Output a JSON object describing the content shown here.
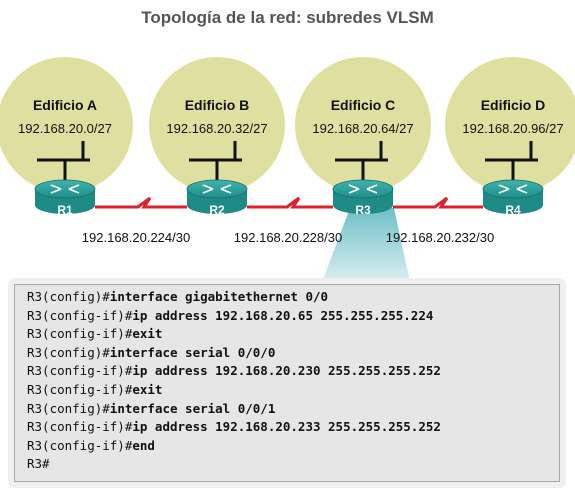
{
  "title": "Topología de la red: subredes VLSM",
  "buildings": [
    {
      "name": "Edificio A",
      "subnet": "192.168.20.0/27"
    },
    {
      "name": "Edificio B",
      "subnet": "192.168.20.32/27"
    },
    {
      "name": "Edificio C",
      "subnet": "192.168.20.64/27"
    },
    {
      "name": "Edificio D",
      "subnet": "192.168.20.96/27"
    }
  ],
  "routers": [
    "R1",
    "R2",
    "R3",
    "R4"
  ],
  "links": [
    "192.168.20.224/30",
    "192.168.20.228/30",
    "192.168.20.232/30"
  ],
  "colors": {
    "building_circle": "#dfe0a0",
    "router_body": "#1e8b86",
    "serial_link": "#d9232e",
    "callout": "#9fd3d8"
  },
  "console": [
    {
      "prompt": "R3(config)#",
      "cmd": "interface gigabitethernet 0/0"
    },
    {
      "prompt": "R3(config-if)#",
      "cmd": "ip address 192.168.20.65 255.255.255.224"
    },
    {
      "prompt": "R3(config-if)#",
      "cmd": "exit"
    },
    {
      "prompt": "R3(config)#",
      "cmd": "interface serial 0/0/0"
    },
    {
      "prompt": "R3(config-if)#",
      "cmd": "ip address 192.168.20.230 255.255.255.252"
    },
    {
      "prompt": "R3(config-if)#",
      "cmd": "exit"
    },
    {
      "prompt": "R3(config)#",
      "cmd": "interface serial 0/0/1"
    },
    {
      "prompt": "R3(config-if)#",
      "cmd": "ip address 192.168.20.233 255.255.255.252"
    },
    {
      "prompt": "R3(config-if)#",
      "cmd": "end"
    },
    {
      "prompt": "R3#",
      "cmd": ""
    }
  ]
}
